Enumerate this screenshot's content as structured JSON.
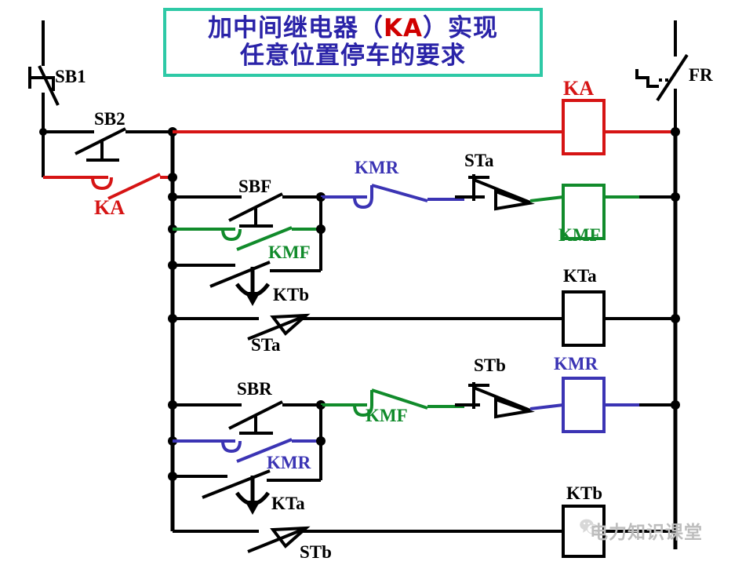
{
  "title": {
    "line1_prefix": "加中间继电器（",
    "line1_accent": "KA",
    "line1_suffix": "）实现",
    "line2": "任意位置停车的要求",
    "border_color": "#2ec9a6",
    "text_color": "#2a23a8",
    "accent_color": "#d00000"
  },
  "colors": {
    "black": "#000000",
    "red": "#d61414",
    "green": "#118b2b",
    "blue": "#3b34b4",
    "teal": "#2ec9a6",
    "watermark": "#bdbdbd"
  },
  "labels": {
    "sb1": "SB1",
    "sb2": "SB2",
    "ka_contact": "KA",
    "ka_coil": "KA",
    "fr": "FR",
    "sbf": "SBF",
    "kmf_aux_fwd": "KMF",
    "ktb_contact": "KTb",
    "kmr_nc": "KMR",
    "sta_fwd": "STa",
    "kmf_coil": "KMF",
    "sta_branch": "STa",
    "kta_coil": "KTa",
    "sbr": "SBR",
    "kmr_aux_rev": "KMR",
    "kta_contact": "KTa",
    "kmf_nc": "KMF",
    "stb_rev": "STb",
    "kmr_coil": "KMR",
    "stb_branch": "STb",
    "ktb_coil": "KTb"
  },
  "watermark": {
    "text": "电力知识课堂",
    "logo": "wechat-icon"
  },
  "components": [
    {
      "id": "sb1",
      "type": "pushbutton-nc",
      "label": "SB1",
      "color": "#000000",
      "rung": "supply-left"
    },
    {
      "id": "sb2",
      "type": "pushbutton-no",
      "label": "SB2",
      "color": "#000000",
      "rung": "ka-seal"
    },
    {
      "id": "ka-contact",
      "type": "contact-no",
      "label": "KA",
      "color": "#d61414",
      "rung": "ka-seal"
    },
    {
      "id": "ka-coil",
      "type": "coil",
      "label": "KA",
      "color": "#d61414",
      "rung": "ka"
    },
    {
      "id": "fr",
      "type": "overload-nc",
      "label": "FR",
      "color": "#000000",
      "rung": "supply-right"
    },
    {
      "id": "sbf",
      "type": "pushbutton-no",
      "label": "SBF",
      "color": "#000000",
      "rung": "forward"
    },
    {
      "id": "kmf-aux",
      "type": "contact-no",
      "label": "KMF",
      "color": "#118b2b",
      "rung": "forward-seal"
    },
    {
      "id": "ktb",
      "type": "timer-contact-no",
      "label": "KTb",
      "color": "#000000",
      "rung": "forward-timer"
    },
    {
      "id": "kmr-nc",
      "type": "contact-nc",
      "label": "KMR",
      "color": "#3b34b4",
      "rung": "forward"
    },
    {
      "id": "sta-fwd",
      "type": "limit-switch-nc",
      "label": "STa",
      "color": "#000000",
      "rung": "forward"
    },
    {
      "id": "kmf-coil",
      "type": "coil",
      "label": "KMF",
      "color": "#118b2b",
      "rung": "forward"
    },
    {
      "id": "sta-branch",
      "type": "limit-switch-no",
      "label": "STa",
      "color": "#000000",
      "rung": "kta"
    },
    {
      "id": "kta-coil",
      "type": "coil",
      "label": "KTa",
      "color": "#000000",
      "rung": "kta"
    },
    {
      "id": "sbr",
      "type": "pushbutton-no",
      "label": "SBR",
      "color": "#000000",
      "rung": "reverse"
    },
    {
      "id": "kmr-aux",
      "type": "contact-no",
      "label": "KMR",
      "color": "#3b34b4",
      "rung": "reverse-seal"
    },
    {
      "id": "kta",
      "type": "timer-contact-no",
      "label": "KTa",
      "color": "#000000",
      "rung": "reverse-timer"
    },
    {
      "id": "kmf-nc",
      "type": "contact-nc",
      "label": "KMF",
      "color": "#118b2b",
      "rung": "reverse"
    },
    {
      "id": "stb-rev",
      "type": "limit-switch-nc",
      "label": "STb",
      "color": "#000000",
      "rung": "reverse"
    },
    {
      "id": "kmr-coil",
      "type": "coil",
      "label": "KMR",
      "color": "#3b34b4",
      "rung": "reverse"
    },
    {
      "id": "stb-branch",
      "type": "limit-switch-no",
      "label": "STb",
      "color": "#000000",
      "rung": "ktb"
    },
    {
      "id": "ktb-coil",
      "type": "coil",
      "label": "KTb",
      "color": "#000000",
      "rung": "ktb"
    }
  ]
}
